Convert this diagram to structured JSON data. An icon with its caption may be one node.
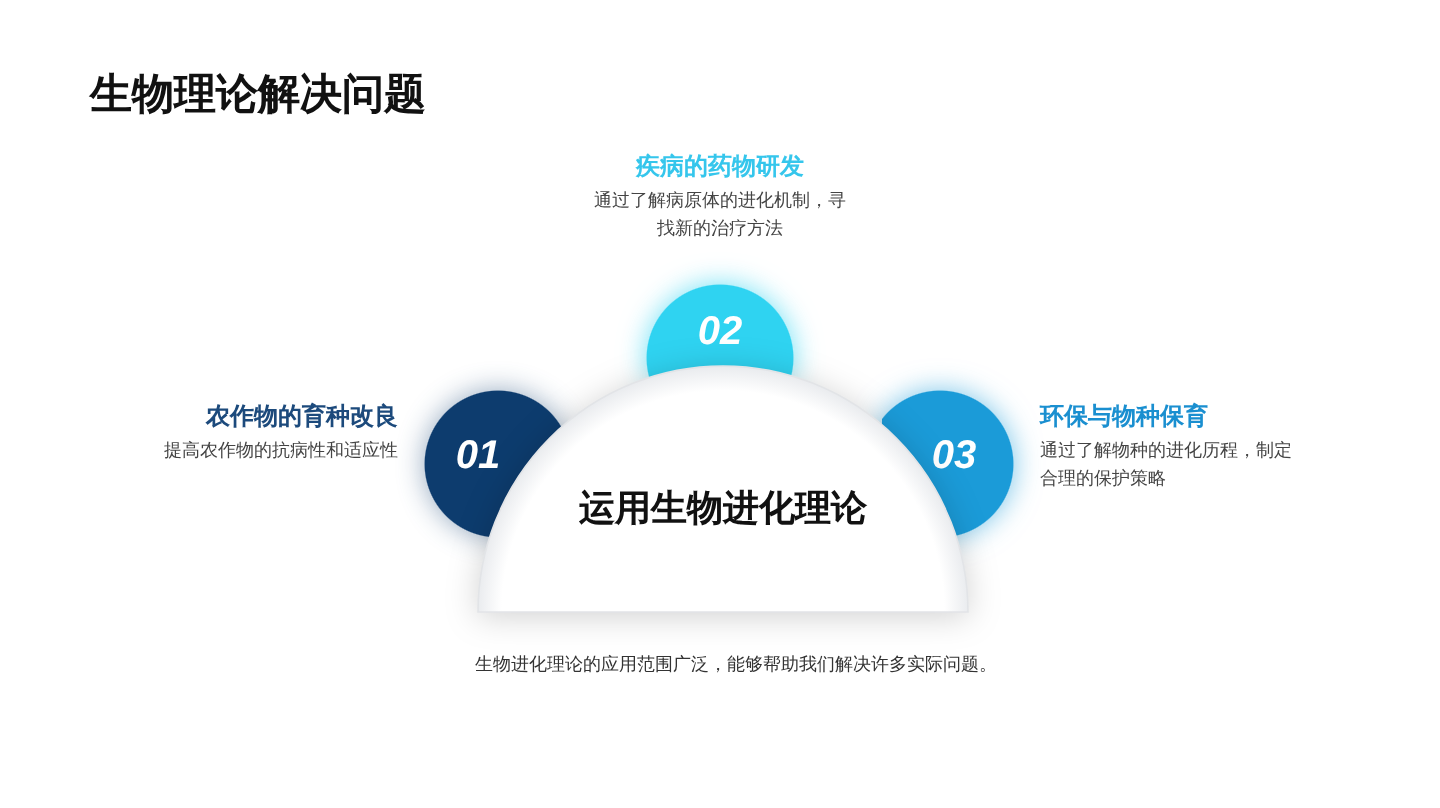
{
  "diagram": {
    "title": "生物理论解决问题",
    "nodes": [
      {
        "text": [
          "01"
        ],
        "beside": [
          "农作物的育种改良",
          "提高农作物的抗病性和适应性"
        ]
      },
      {
        "text": [
          "02"
        ],
        "beside": [
          "疾病的药物研发",
          "通过了解病原体的进化机制，寻找新的治疗方法"
        ]
      },
      {
        "text": [
          "03"
        ],
        "beside": [
          "环保与物种保育",
          "通过了解物种的进化历程，制定合理的保护策略"
        ]
      },
      {
        "text": [
          "运用生物进化理论"
        ]
      }
    ],
    "caption": "生物进化理论的应用范围广泛，能够帮助我们解决许多实际问题。"
  }
}
